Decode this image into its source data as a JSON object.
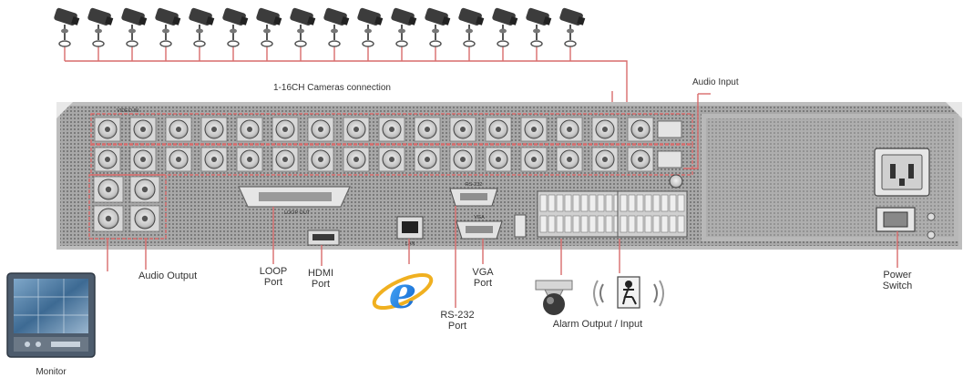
{
  "labels": {
    "cameras_connection": "1-16CH Cameras connection",
    "audio_input": "Audio Input",
    "audio_output": "Audio Output",
    "loop_port": [
      "LOOP",
      "Port"
    ],
    "hdmi_port": [
      "HDMI",
      "Port"
    ],
    "rs232_port": [
      "RS-232",
      "Port"
    ],
    "vga_port": [
      "VGA",
      "Port"
    ],
    "alarm": "Alarm Output / Input",
    "power_switch": [
      "Power",
      "Switch"
    ],
    "monitor": "Monitor"
  },
  "panel_marks": {
    "video_in": "VIDEO IN",
    "loop_out": "LOOP OUT",
    "rs232": "RS-232",
    "lan": "LAN",
    "vga": "VGA"
  },
  "icons": [
    "cctv-camera-icon",
    "bnc-connector-icon",
    "dsub-connector-icon",
    "ethernet-port-icon",
    "internet-explorer-icon",
    "ptz-dome-camera-icon",
    "alarm-sensor-icon",
    "power-socket-icon",
    "monitor-icon"
  ],
  "camera_count": 16,
  "colors": {
    "wire": "#d96b6b",
    "panel": "#a4a4a4",
    "bnc": "#cfcfcf",
    "text": "#333333"
  }
}
